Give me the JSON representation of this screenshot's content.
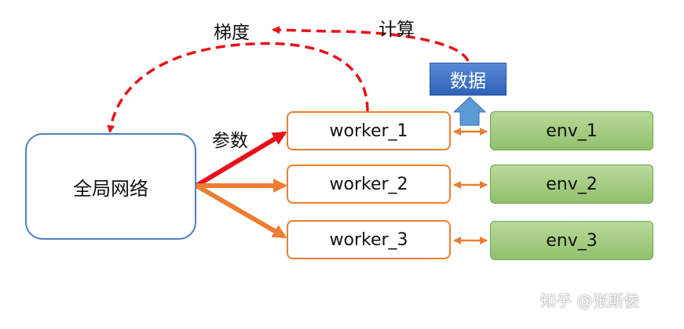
{
  "nodes": {
    "global": "全局网络",
    "workers": [
      "worker_1",
      "worker_2",
      "worker_3"
    ],
    "envs": [
      "env_1",
      "env_2",
      "env_3"
    ],
    "data": "数据"
  },
  "labels": {
    "gradient": "梯度",
    "compute": "计算",
    "params": "参数"
  },
  "watermark": "知乎 @张斯俊",
  "colors": {
    "orange": "#ed7d31",
    "red": "#e8101a",
    "blue": "#4f7fc0",
    "green": "#93c06c"
  }
}
